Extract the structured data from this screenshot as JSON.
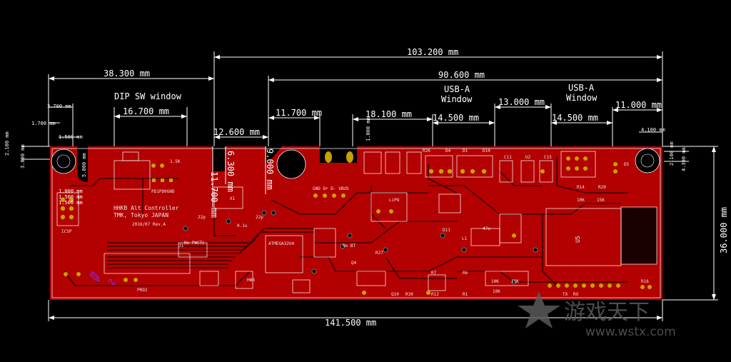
{
  "dimensions": {
    "top_total": "103.200 mm",
    "left_dip": "38.300 mm",
    "usb_total": "90.600 mm",
    "dip_width": "16.700 mm",
    "w11_700": "11.700 mm",
    "w18_100": "18.100 mm",
    "w12_600": "12.600 mm",
    "w14_500_a": "14.500 mm",
    "w13_000": "13.000 mm",
    "w14_500_b": "14.500 mm",
    "w11_000": "11.000 mm",
    "bottom_total": "141.500 mm",
    "right_height": "36.000 mm",
    "v11_700": "11.700 mm",
    "v6_300": "6.300 mm",
    "v9_000": "9.000 mm",
    "s3_700": "3.700 mm",
    "s1_700": "1.700 mm",
    "s1_500": "1.500 mm",
    "s2_100": "2.100 mm",
    "s3_000": "3.000 mm",
    "s5_000": "5.000 mm",
    "s1_500b": "1.500 mm",
    "s1_000": "1.000 mm",
    "s1_500c": "1.500 mm",
    "s4_100": "4.100 mm",
    "s2_100b": "2.100 mm",
    "s4_300": "4.300 mm",
    "s1_000b": "1.000 mm"
  },
  "window_labels": {
    "dip": "DIP SW window",
    "usb_a_1": "USB-A",
    "usb_a_1b": "Window",
    "usb_a_2": "USB-A",
    "usb_a_2b": "Window"
  },
  "board_text": {
    "title": "HHKB Alt Controller",
    "maker": "TMK, Tokyo JAPAN",
    "rev": "2016/07   Rev.A",
    "mcu": "ATMEGA32U4",
    "u5": "U5",
    "icsp": "ICSP",
    "pro2": "PRO2",
    "no_pwctl": "No PWCTL",
    "no_bt": "No BT",
    "hwb": "HWB",
    "lipo": "LiPO",
    "pd_labels": "PD1PD0GND",
    "gnd_d": "GND D+ D- VBUS",
    "rx": "RX",
    "tx": "TX",
    "j1": "J1",
    "l1": "L1",
    "d11": "D11",
    "x1": "X1",
    "c_22p_a": "22p",
    "c_22p_b": "22p",
    "c_01u": "0.1u",
    "r5_1k5": "1.5K",
    "r14_10k": "10K",
    "r20_15k": "15K",
    "r_10k": "10K",
    "r_15k": "15K",
    "r_10k_b": "10K",
    "c17": "47u",
    "r16": "R16",
    "r7": "R7",
    "r6": "R6",
    "r27": "R27",
    "r12": "R12",
    "r1": "R1",
    "q4": "Q4",
    "q10": "Q10",
    "r30": "R30",
    "r26": "R26",
    "d4": "D4",
    "d1": "D1",
    "d10": "D10",
    "r20": "R20",
    "r14": "R14",
    "c15": "C15",
    "u2": "U2",
    "c11": "C11",
    "d5": "D5"
  },
  "watermark": {
    "cn": "游戏天下",
    "url": "www.wstx.com"
  },
  "colors": {
    "background": "#000000",
    "board": "#b30000",
    "copper_dark": "#3a0000",
    "pad": "#c8a000",
    "silkscreen": "#e8e8e8",
    "dimension": "#ffffff",
    "purple": "#8a2be2"
  }
}
